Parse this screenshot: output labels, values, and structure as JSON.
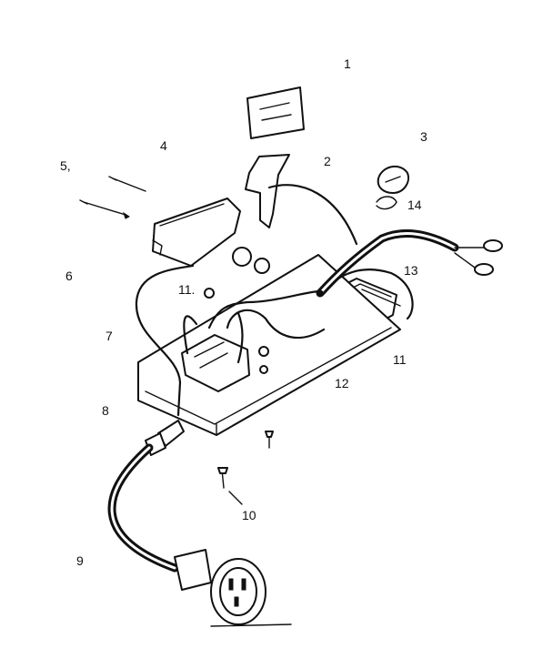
{
  "diagram": {
    "callouts": [
      {
        "id": "1",
        "label": "1"
      },
      {
        "id": "2",
        "label": "2"
      },
      {
        "id": "3",
        "label": "3"
      },
      {
        "id": "4",
        "label": "4"
      },
      {
        "id": "5",
        "label": "5,"
      },
      {
        "id": "6",
        "label": "6"
      },
      {
        "id": "7",
        "label": "7"
      },
      {
        "id": "8",
        "label": "8"
      },
      {
        "id": "9",
        "label": "9"
      },
      {
        "id": "10",
        "label": "10"
      },
      {
        "id": "11a",
        "label": "11."
      },
      {
        "id": "11b",
        "label": "11"
      },
      {
        "id": "12",
        "label": "12"
      },
      {
        "id": "13",
        "label": "13"
      },
      {
        "id": "14",
        "label": "14"
      }
    ]
  }
}
